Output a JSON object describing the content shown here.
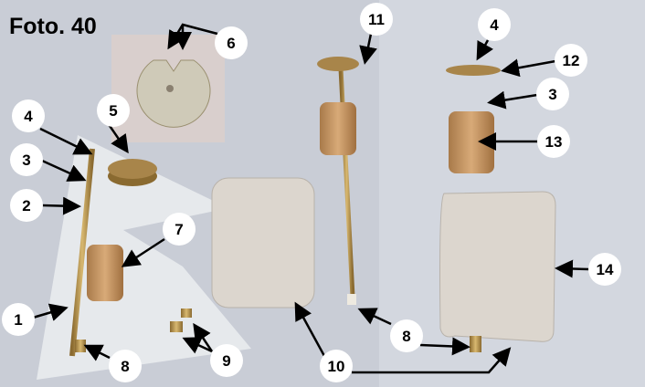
{
  "title": "Foto. 40",
  "callouts": [
    "1",
    "2",
    "3",
    "4",
    "5",
    "6",
    "7",
    "8",
    "9",
    "10",
    "11",
    "12",
    "13",
    "14"
  ],
  "colors": {
    "background": "#c9cdd6",
    "brass": "#b8904a",
    "wood": "#c89a68",
    "plate": "#dcd6ce"
  }
}
